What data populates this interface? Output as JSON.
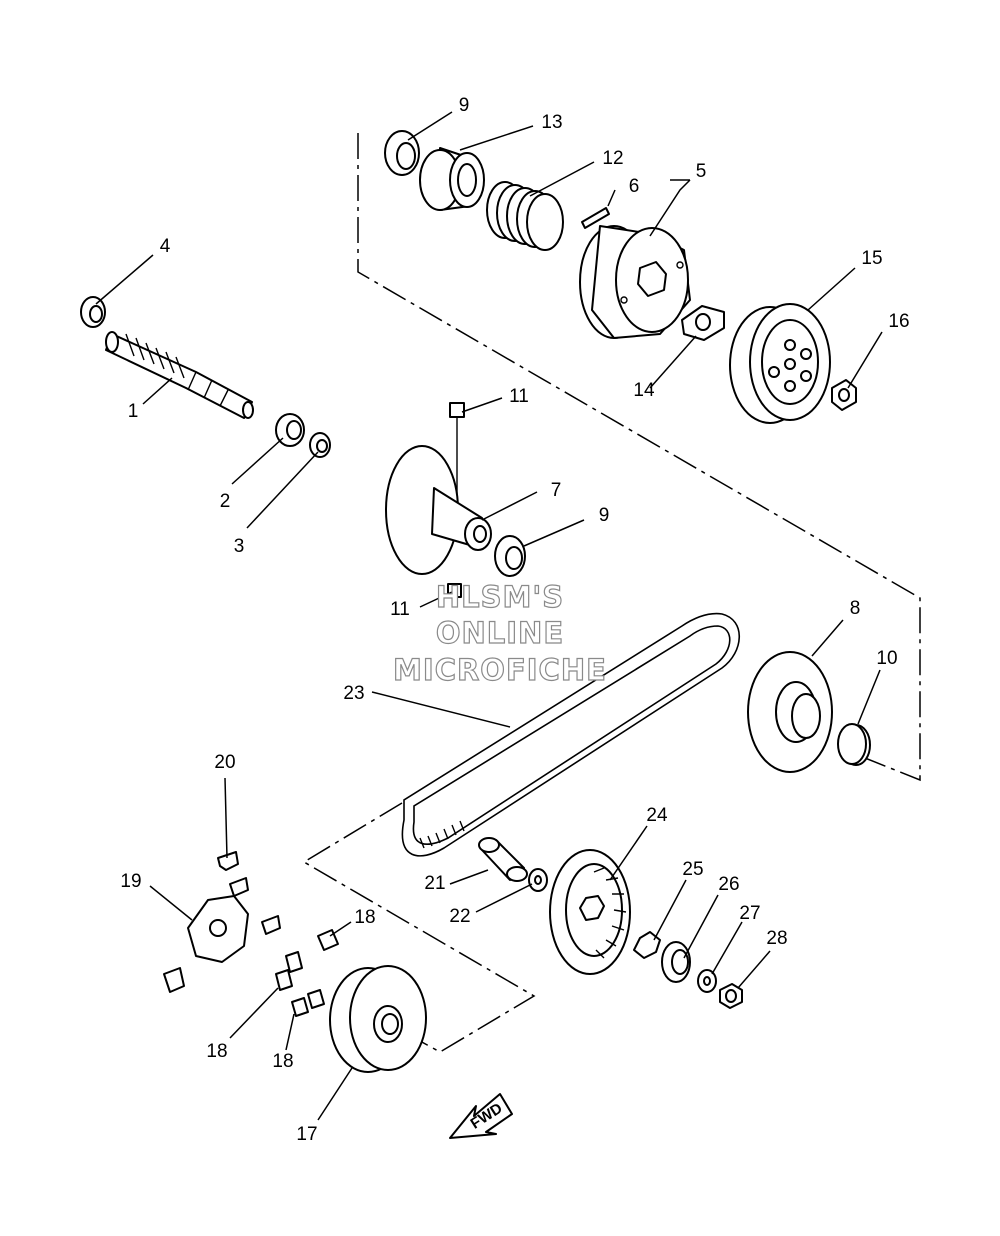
{
  "callouts": {
    "c1": "1",
    "c2": "2",
    "c3": "3",
    "c4": "4",
    "c5": "5",
    "c6": "6",
    "c7": "7",
    "c8": "8",
    "c9a": "9",
    "c9b": "9",
    "c10": "10",
    "c11a": "11",
    "c11b": "11",
    "c12": "12",
    "c13": "13",
    "c14": "14",
    "c15": "15",
    "c16": "16",
    "c17": "17",
    "c18a": "18",
    "c18b": "18",
    "c18c": "18",
    "c19": "19",
    "c20": "20",
    "c21": "21",
    "c22": "22",
    "c23": "23",
    "c24": "24",
    "c25": "25",
    "c26": "26",
    "c27": "27",
    "c28": "28"
  },
  "watermark": {
    "line1": "HLSM'S",
    "line2": "ONLINE",
    "line3": "MICROFICHE"
  },
  "direction_arrow": {
    "label": "FWD"
  },
  "colors": {
    "line": "#000000",
    "background": "#ffffff",
    "watermark_outline": "#8a8a8a"
  }
}
